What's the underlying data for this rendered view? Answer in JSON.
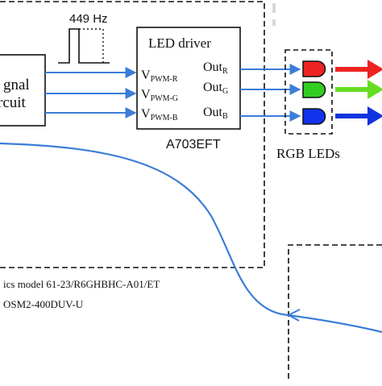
{
  "frequency_label": "449 Hz",
  "signal_block": {
    "line1": "gnal",
    "line2": "rcuit"
  },
  "led_driver": {
    "title": "LED driver",
    "part_number": "A703EFT",
    "inputs": [
      {
        "main": "V",
        "sub": "PWM-R"
      },
      {
        "main": "V",
        "sub": "PWM-G"
      },
      {
        "main": "V",
        "sub": "PWM-B"
      }
    ],
    "outputs": [
      {
        "main": "Out",
        "sub": "R"
      },
      {
        "main": "Out",
        "sub": "G"
      },
      {
        "main": "Out",
        "sub": "B"
      }
    ]
  },
  "rgb_leds": {
    "label": "RGB LEDs",
    "colors": [
      "#ee2222",
      "#33cc22",
      "#1133ee"
    ]
  },
  "notes": [
    "ics model 61-23/R6GHBHC-A01/ET",
    "OSM2-400DUV-U"
  ],
  "colors": {
    "wire": "#3b7dd8",
    "red_beam": "#ee2222",
    "green_beam": "#66dd22",
    "blue_beam": "#1133dd"
  }
}
